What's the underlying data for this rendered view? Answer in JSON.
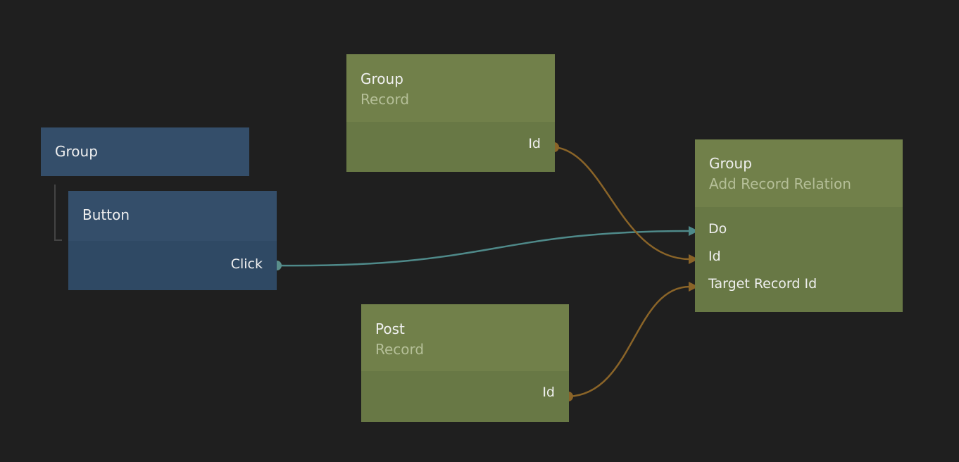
{
  "colors": {
    "background": "#1f1f1f",
    "visual_node": "#344e6a",
    "data_node": "#71804a",
    "signal_wire": "#4f8a8a",
    "data_wire": "#8a6428"
  },
  "nodes": {
    "group_visual": {
      "title": "Group"
    },
    "button": {
      "title": "Button",
      "output": "Click"
    },
    "group_record": {
      "title": "Group",
      "subtitle": "Record",
      "output": "Id"
    },
    "post_record": {
      "title": "Post",
      "subtitle": "Record",
      "output": "Id"
    },
    "add_relation": {
      "title": "Group",
      "subtitle": "Add Record Relation",
      "inputs": [
        "Do",
        "Id",
        "Target Record Id"
      ]
    }
  }
}
